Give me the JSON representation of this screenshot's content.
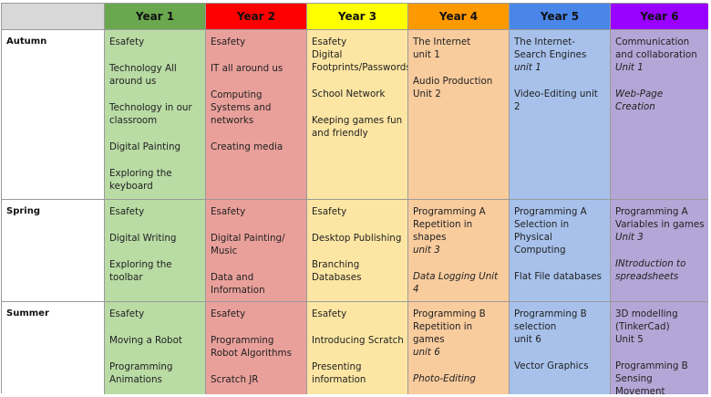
{
  "headers": [
    {
      "label": "Year 1",
      "color": "#6aa84f"
    },
    {
      "label": "Year 2",
      "color": "#ff0000"
    },
    {
      "label": "Year 3",
      "color": "#ffff00"
    },
    {
      "label": "Year 4",
      "color": "#ff9900"
    },
    {
      "label": "Year 5",
      "color": "#4a86e8"
    },
    {
      "label": "Year 6",
      "color": "#9900ff"
    }
  ],
  "rows": [
    {
      "term": "Autumn",
      "cells": [
        [
          {
            "t": "Esafety"
          },
          {
            "t": "Technology All around us"
          },
          {
            "t": "Technology in our classroom"
          },
          {
            "t": "Digital Painting"
          },
          {
            "t": "Exploring the keyboard"
          }
        ],
        [
          {
            "t": "Esafety"
          },
          {
            "t": "IT all around us"
          },
          {
            "t": "Computing Systems and networks"
          },
          {
            "t": "Creating media"
          }
        ],
        [
          {
            "t": "Esafety\nDigital Footprints/Passwords"
          },
          {
            "t": "School Network"
          },
          {
            "t": "Keeping games fun and friendly"
          }
        ],
        [
          {
            "t": "The Internet\nunit 1"
          },
          {
            "t": "Audio Production\nUnit 2"
          }
        ],
        [
          {
            "t": "The Internet-Search Engines ",
            "i": "unit 1"
          },
          {
            "t": "Video-Editing unit 2"
          }
        ],
        [
          {
            "t": "Communication and collaboration\n",
            "i": "Unit 1"
          },
          {
            "t": "",
            "i": "Web-Page Creation"
          }
        ]
      ]
    },
    {
      "term": "Spring",
      "cells": [
        [
          {
            "t": "Esafety"
          },
          {
            "t": "Digital Writing"
          },
          {
            "t": "Exploring the toolbar"
          }
        ],
        [
          {
            "t": "Esafety"
          },
          {
            "t": "Digital Painting/ Music"
          },
          {
            "t": "Data and Information"
          }
        ],
        [
          {
            "t": "Esafety"
          },
          {
            "t": "Desktop Publishing"
          },
          {
            "t": "Branching Databases"
          }
        ],
        [
          {
            "t": "Programming A Repetition in shapes\n",
            "i": "unit 3"
          },
          {
            "t": "",
            "i": "Data Logging Unit 4"
          }
        ],
        [
          {
            "t": "Programming A Selection in Physical Computing"
          },
          {
            "t": "Flat File databases"
          }
        ],
        [
          {
            "t": "Programming A Variables in games\n",
            "i": "Unit 3"
          },
          {
            "t": "",
            "i": "INtroduction to spreadsheets"
          }
        ]
      ]
    },
    {
      "term": "Summer",
      "cells": [
        [
          {
            "t": "Esafety"
          },
          {
            "t": "Moving a Robot"
          },
          {
            "t": "Programming Animations"
          }
        ],
        [
          {
            "t": "Esafety"
          },
          {
            "t": "Programming Robot Algorithms"
          },
          {
            "t": "Scratch JR"
          }
        ],
        [
          {
            "t": "Esafety"
          },
          {
            "t": "Introducing Scratch"
          },
          {
            "t": "Presenting information"
          }
        ],
        [
          {
            "t": "Programming B Repetition in games\n",
            "i": "unit 6"
          },
          {
            "t": "",
            "i": "Photo-Editing"
          }
        ],
        [
          {
            "t": "Programming B selection\nunit 6"
          },
          {
            "t": "Vector Graphics"
          }
        ],
        [
          {
            "t": "3D modelling (TinkerCad)\nUnit 5"
          },
          {
            "t": "Programming B Sensing Movement"
          }
        ]
      ]
    }
  ]
}
